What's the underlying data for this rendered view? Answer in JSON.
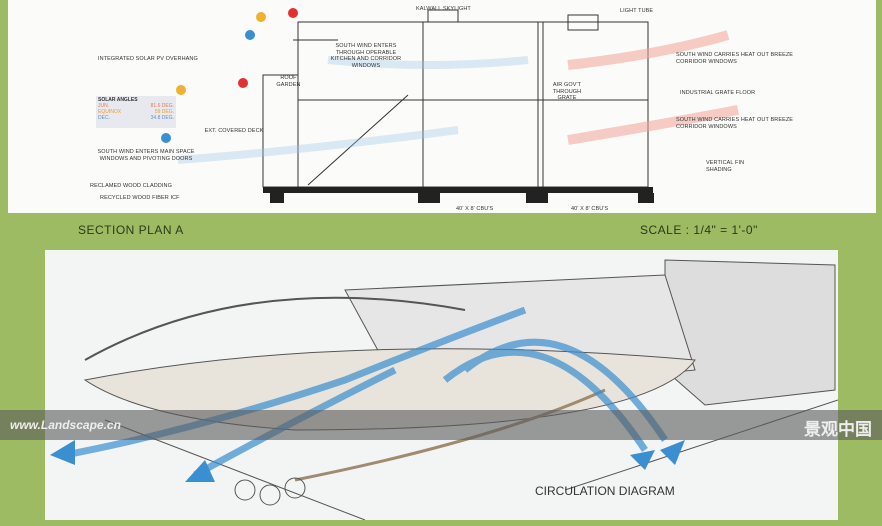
{
  "section_plan": {
    "caption": "SECTION PLAN A",
    "scale": "SCALE : 1/4\" = 1'-0\"",
    "labels": {
      "kalwall_skylight": "KALWALL SKYLIGHT",
      "light_tube": "LIGHT TUBE",
      "integrated_solar": "INTEGRATED SOLAR PV OVERHANG",
      "south_wind_enters_kitchen": "SOUTH WIND ENTERS THROUGH OPERABLE KITCHEN AND CORRIDOR WINDOWS",
      "roof_garden": "ROOF GARDEN",
      "ext_covered_deck": "EXT. COVERED DECK",
      "south_wind_enters_main": "SOUTH WIND ENTERS MAIN SPACE WINDOWS AND PIVOTING DOORS",
      "reclaimed_wood": "RECLAMED WOOD CLADDING",
      "recycled_wood": "RECYCLED WOOD FIBER ICF",
      "air_goes_through": "AIR GOV'T THROUGH GRATE",
      "south_wind_carries_1": "SOUTH WIND CARRIES HEAT OUT BREEZE CORRIDOR WINDOWS",
      "industrial_grate": "INDUSTRIAL GRATE FLOOR",
      "south_wind_carries_2": "SOUTH WIND CARRIES HEAT OUT BREEZE CORRIDOR WINDOWS",
      "vertical_fin": "VERTICAL FIN SHADING",
      "dim_1": "40' x 8' CBU's",
      "dim_2": "40' x 8' CBU's"
    },
    "solar_angles": {
      "title": "SOLAR ANGLES",
      "rows": [
        {
          "name": "JUN.",
          "value": "81.6 DEG.",
          "color": "#e07a5a"
        },
        {
          "name": "EQUINOX",
          "value": "59 DEG.",
          "color": "#e0a040"
        },
        {
          "name": "DEC.",
          "value": "34.8 DEG.",
          "color": "#6a8fc0"
        }
      ]
    }
  },
  "circulation": {
    "caption": "CIRCULATION DIAGRAM"
  },
  "watermark": {
    "url": "www.Landscape.cn",
    "brand": "景观中国"
  },
  "colors": {
    "frame": "#9dbb62",
    "wind_blue": "#3a8fd0",
    "heat_red": "#f08a80"
  }
}
